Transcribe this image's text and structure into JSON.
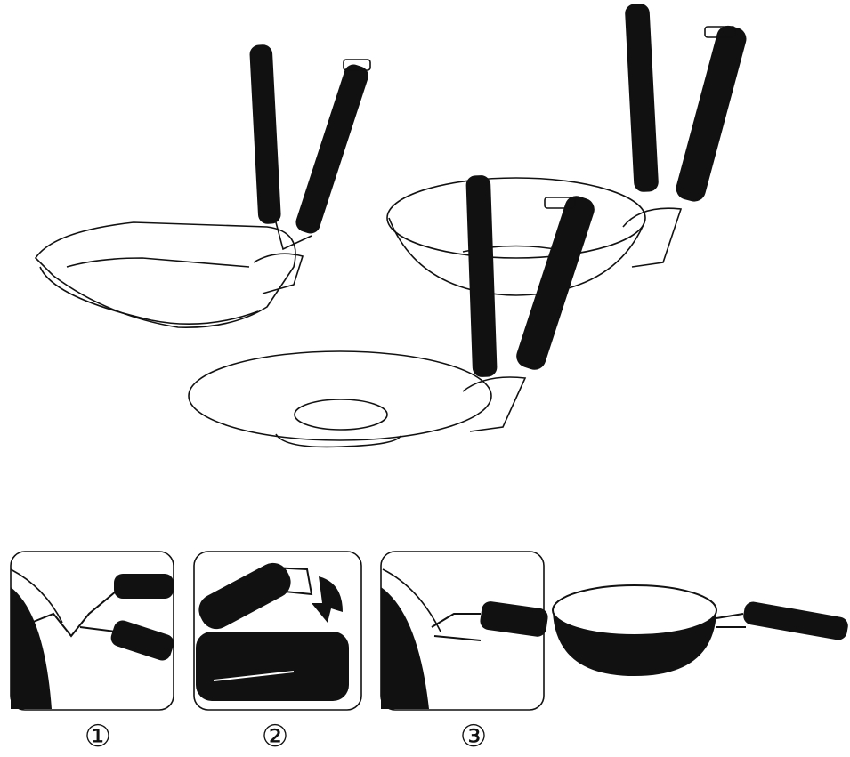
{
  "steps": [
    {
      "label": "①"
    },
    {
      "label": "②"
    },
    {
      "label": "③"
    }
  ],
  "colors": {
    "ink": "#111111",
    "background": "#ffffff"
  }
}
